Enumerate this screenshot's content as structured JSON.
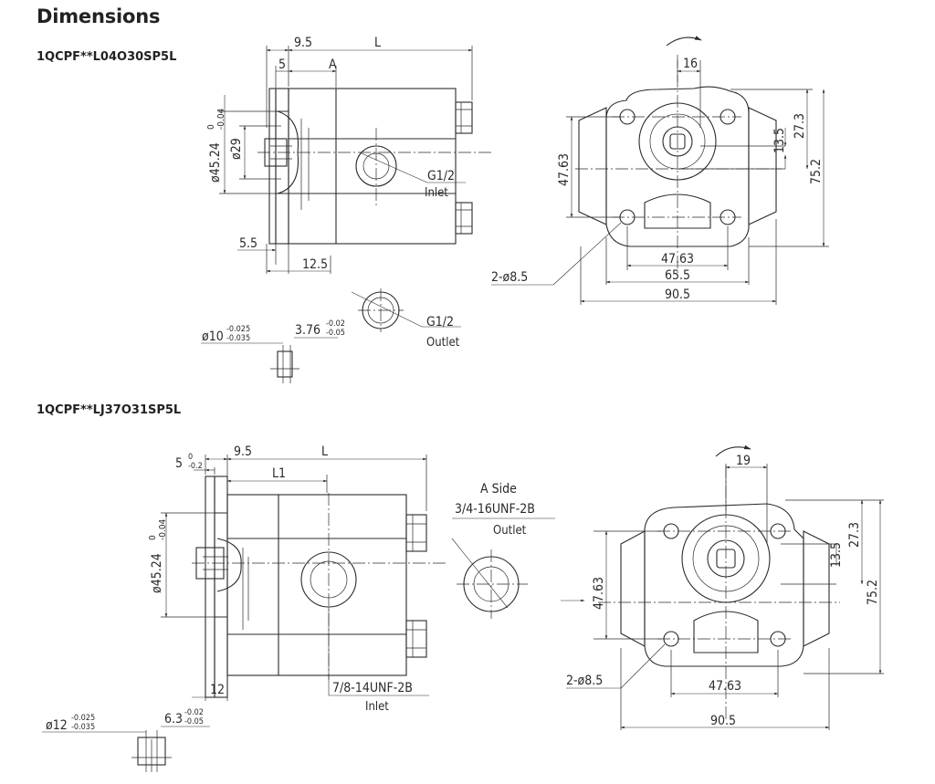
{
  "page": {
    "heading": "Dimensions"
  },
  "models": [
    {
      "name": "1QCPF**L04O30SP5L",
      "side_view": {
        "top_9_5": "9.5",
        "top_L": "L",
        "top_5": "5",
        "top_A": "A",
        "dia_pilot": "ø45.24",
        "dia_pilot_tol_upper": "0",
        "dia_pilot_tol_lower": "-0.04",
        "dia_29": "ø29",
        "inlet_thread": "G1/2",
        "inlet_label": "Inlet",
        "dim_5_5": "5.5",
        "dim_12_5": "12.5"
      },
      "shaft": {
        "dia": "ø10",
        "dia_tol_upper": "-0.025",
        "dia_tol_lower": "-0.035",
        "key": "3.76",
        "key_tol_upper": "-0.02",
        "key_tol_lower": "-0.05"
      },
      "outlet": {
        "thread": "G1/2",
        "label": "Outlet"
      },
      "front_view": {
        "dim_16": "16",
        "dim_27_3": "27.3",
        "dim_13_5": "13.5",
        "dim_47_63_v": "47.63",
        "dim_75_2": "75.2",
        "dim_47_63_h": "47.63",
        "dim_65_5": "65.5",
        "dim_90_5": "90.5",
        "holes": "2-ø8.5"
      }
    },
    {
      "name": "1QCPF**LJ37O31SP5L",
      "side_view": {
        "top_5": "5",
        "top_5_tol_upper": "0",
        "top_5_tol_lower": "-0.2",
        "top_9_5": "9.5",
        "top_L": "L",
        "top_L1": "L1",
        "dia_pilot": "ø45.24",
        "dia_pilot_tol_upper": "0",
        "dia_pilot_tol_lower": "-0.04",
        "dim_12": "12",
        "inlet_thread": "7/8-14UNF-2B",
        "inlet_label": "Inlet"
      },
      "a_side": {
        "title": "A Side",
        "thread": "3/4-16UNF-2B",
        "label": "Outlet"
      },
      "shaft": {
        "dia": "ø12",
        "dia_tol_upper": "-0.025",
        "dia_tol_lower": "-0.035",
        "key": "6.3",
        "key_tol_upper": "-0.02",
        "key_tol_lower": "-0.05"
      },
      "front_view": {
        "dim_19": "19",
        "dim_27_3": "27.3",
        "dim_13_5": "13.5",
        "dim_47_63_v": "47.63",
        "dim_75_2": "75.2",
        "dim_47_63_h": "47.63",
        "dim_90_5": "90.5",
        "holes": "2-ø8.5"
      }
    }
  ]
}
